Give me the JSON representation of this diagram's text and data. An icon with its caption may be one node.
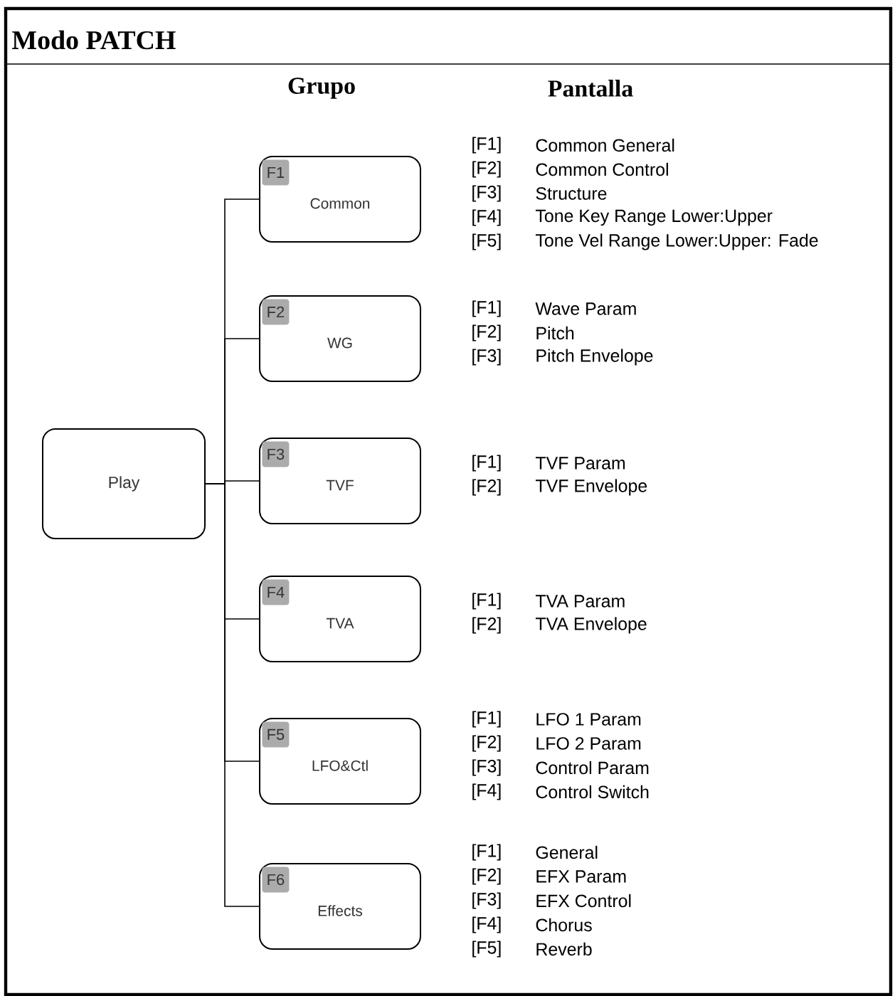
{
  "diagram": {
    "title": "Modo PATCH",
    "nodes": [
      {
        "text": [
          "Play"
        ]
      },
      {
        "text": [
          "F1",
          "Common"
        ],
        "beside": [
          "[F1]",
          "Common General",
          "[F2]",
          "Common Control",
          "[F3]",
          "Structure",
          "[F4]",
          "Tone Key Range Lower:Upper",
          "[F5]",
          "Tone Vel Range Lower:Upper: Fade"
        ]
      },
      {
        "text": [
          "F2",
          "WG"
        ],
        "beside": [
          "[F1]",
          "Wave Param",
          "[F2]",
          "Pitch",
          "[F3]",
          "Pitch Envelope"
        ]
      },
      {
        "text": [
          "F3",
          "TVF"
        ],
        "beside": [
          "[F1]",
          "TVF Param",
          "[F2]",
          "TVF Envelope"
        ]
      },
      {
        "text": [
          "F4",
          "TVA"
        ],
        "beside": [
          "[F1]",
          "TVA Param",
          "[F2]",
          "TVA Envelope"
        ]
      },
      {
        "text": [
          "F5",
          "LFO&Ctl"
        ],
        "beside": [
          "[F1]",
          "LFO 1 Param",
          "[F2]",
          "LFO 2 Param",
          "[F3]",
          "Control Param",
          "[F4]",
          "Control Switch"
        ]
      },
      {
        "text": [
          "F6",
          "Effects"
        ],
        "beside": [
          "[F1]",
          "General",
          "[F2]",
          "EFX Param",
          "[F3]",
          "EFX Control",
          "[F4]",
          "Chorus",
          "[F5]",
          "Reverb"
        ]
      }
    ],
    "edges": [
      {
        "from": 0,
        "to": 1,
        "arrow": "none"
      },
      {
        "from": 0,
        "to": 2,
        "arrow": "none"
      },
      {
        "from": 0,
        "to": 3,
        "arrow": "none"
      },
      {
        "from": 0,
        "to": 4,
        "arrow": "none"
      },
      {
        "from": 0,
        "to": 5,
        "arrow": "none"
      },
      {
        "from": 0,
        "to": 6,
        "arrow": "none"
      }
    ],
    "labels": [
      "Grupo",
      "Pantalla"
    ]
  }
}
